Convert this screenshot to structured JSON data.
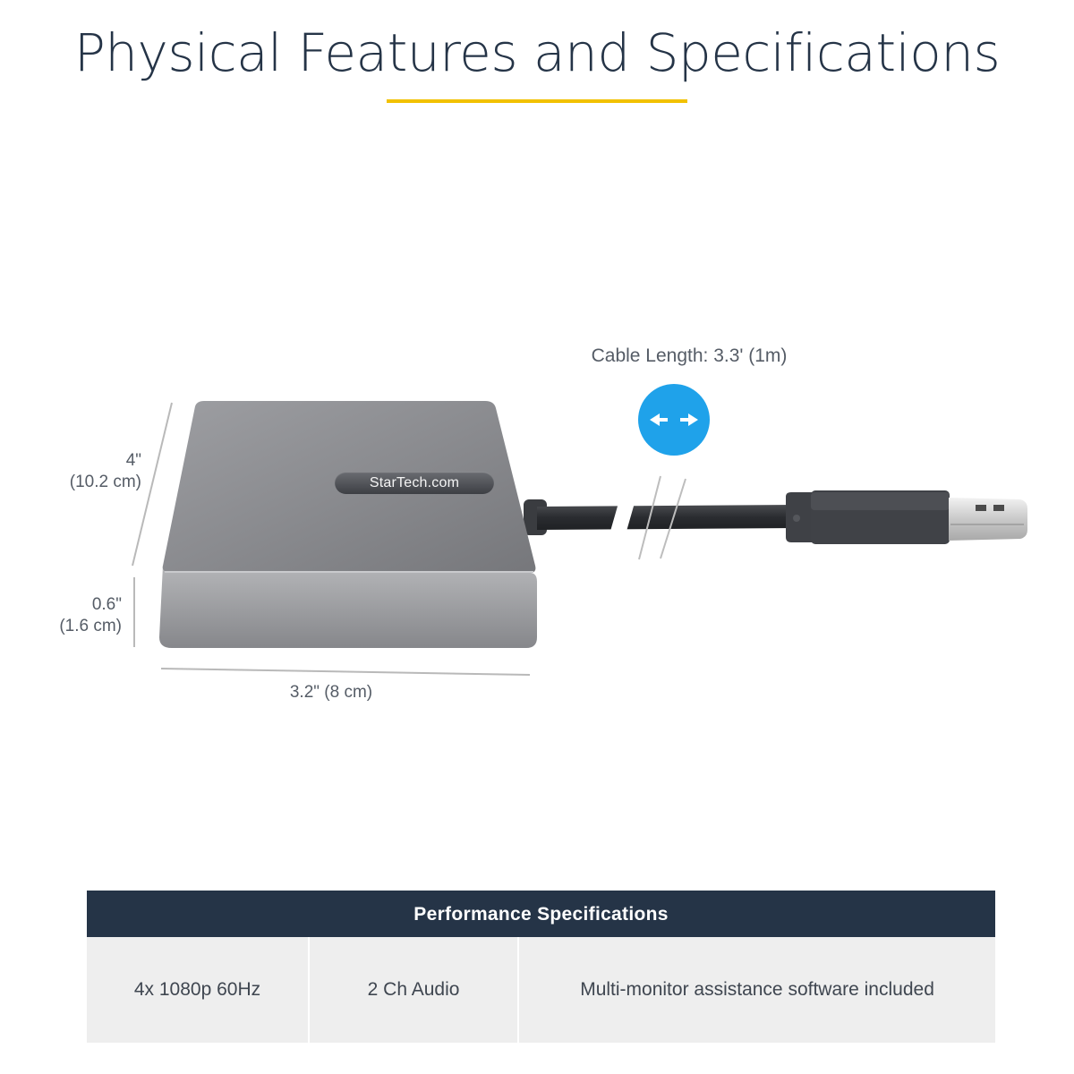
{
  "header": {
    "title": "Physical Features and Specifications",
    "underline_color": "#f2c100"
  },
  "dimensions": {
    "height_in": "4\"",
    "height_cm": "(10.2 cm)",
    "depth_in": "0.6\"",
    "depth_cm": "(1.6 cm)",
    "width": "3.2\" (8 cm)"
  },
  "cable": {
    "label": "Cable Length: 3.3' (1m)",
    "badge_icon": "double-arrow-horizontal-icon",
    "badge_color": "#1fa2ea"
  },
  "device": {
    "brand": "StarTech.com",
    "brand_dot_color": "#f2c100",
    "body_color": "#8e8f93",
    "cable_color": "#2f3135"
  },
  "specs": {
    "header": "Performance  Specifications",
    "header_color": "#253447",
    "cells": [
      "4x 1080p 60Hz",
      "2 Ch Audio",
      "Multi-monitor assistance software included"
    ]
  }
}
